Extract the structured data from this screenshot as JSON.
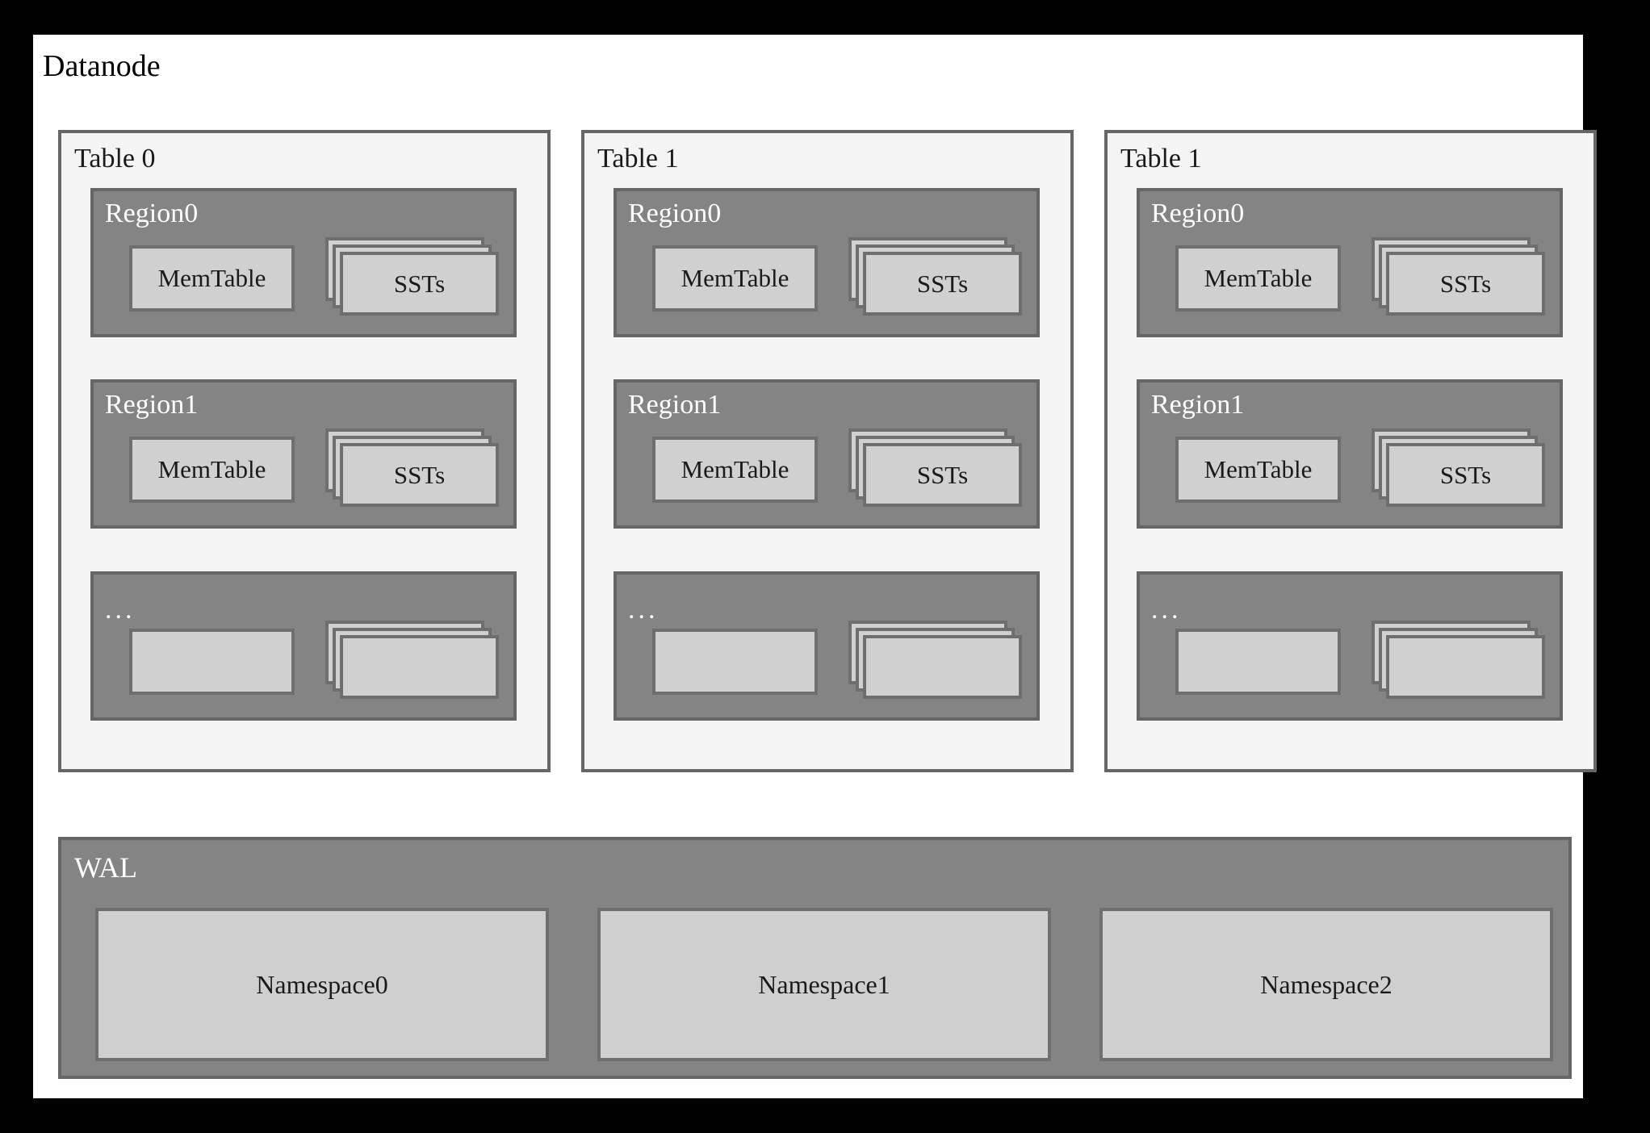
{
  "diagram": {
    "title": "Datanode",
    "wal": {
      "label": "WAL",
      "namespaces": [
        {
          "label": "Namespace0"
        },
        {
          "label": "Namespace1"
        },
        {
          "label": "Namespace2"
        }
      ]
    },
    "tables": [
      {
        "label": "Table 0",
        "regions": [
          {
            "label": "Region0",
            "memtable": "MemTable",
            "ssts": "SSTs"
          },
          {
            "label": "Region1",
            "memtable": "MemTable",
            "ssts": "SSTs"
          },
          {
            "label": "...",
            "memtable": "",
            "ssts": ""
          }
        ]
      },
      {
        "label": "Table 1",
        "regions": [
          {
            "label": "Region0",
            "memtable": "MemTable",
            "ssts": "SSTs"
          },
          {
            "label": "Region1",
            "memtable": "MemTable",
            "ssts": "SSTs"
          },
          {
            "label": "...",
            "memtable": "",
            "ssts": ""
          }
        ]
      },
      {
        "label": "Table 1",
        "regions": [
          {
            "label": "Region0",
            "memtable": "MemTable",
            "ssts": "SSTs"
          },
          {
            "label": "Region1",
            "memtable": "MemTable",
            "ssts": "SSTs"
          },
          {
            "label": "...",
            "memtable": "",
            "ssts": ""
          }
        ]
      }
    ]
  },
  "colors": {
    "frame": "#000000",
    "canvas": "#ffffff",
    "table_panel_bg": "#f4f4f4",
    "table_panel_border": "#666666",
    "region_bg": "#848484",
    "region_border": "#666666",
    "box_bg": "#d0d0d0",
    "box_border": "#6e6e6e",
    "wal_bg": "#848484",
    "namespace_bg": "#cfcfcf",
    "text_dark": "#1a1a1a",
    "text_light": "#ffffff"
  }
}
